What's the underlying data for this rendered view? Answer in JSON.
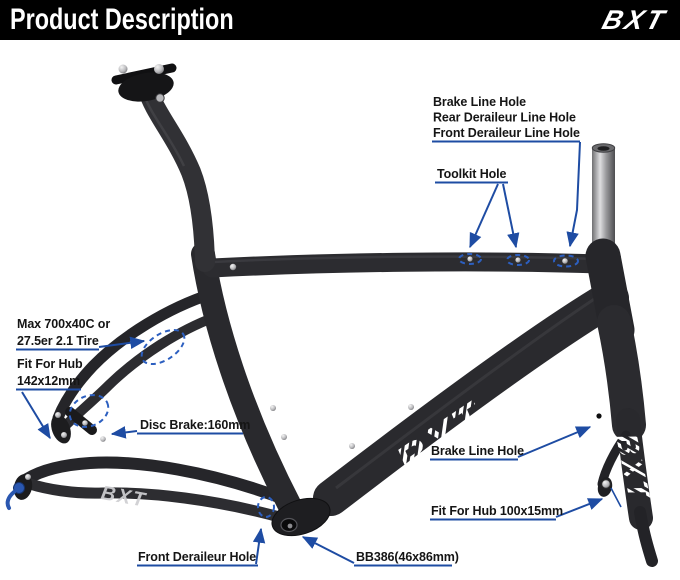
{
  "header": {
    "title": "Product Description",
    "brand": "BXT"
  },
  "colors": {
    "header_bg": "#000000",
    "header_fg": "#ffffff",
    "annotation_blue": "#1e4ca3",
    "dashed_highlight_blue": "#2c5fc0",
    "label_text": "#151515",
    "frame_dark": "#2a2a2e",
    "steerer_silver": "#9a9a9d"
  },
  "labels": {
    "cable_holes_line1": "Brake Line Hole",
    "cable_holes_line2": "Rear Deraileur Line Hole",
    "cable_holes_line3": "Front Deraileur Line Hole",
    "toolkit_hole": "Toolkit Hole",
    "tire_line1": "Max 700x40C or",
    "tire_line2": "27.5er 2.1 Tire",
    "rear_hub_line1": "Fit For Hub",
    "rear_hub_line2": "142x12mm",
    "disc_brake": "Disc Brake:160mm",
    "fork_brake": "Brake Line Hole",
    "front_hub": "Fit For Hub 100x15mm",
    "front_derailleur": "Front Deraileur Hole",
    "bottom_bracket": "BB386(46x86mm)"
  },
  "frame_logos": {
    "down_tube": "BXT",
    "fork": "BXT",
    "chainstay": "BXT"
  }
}
